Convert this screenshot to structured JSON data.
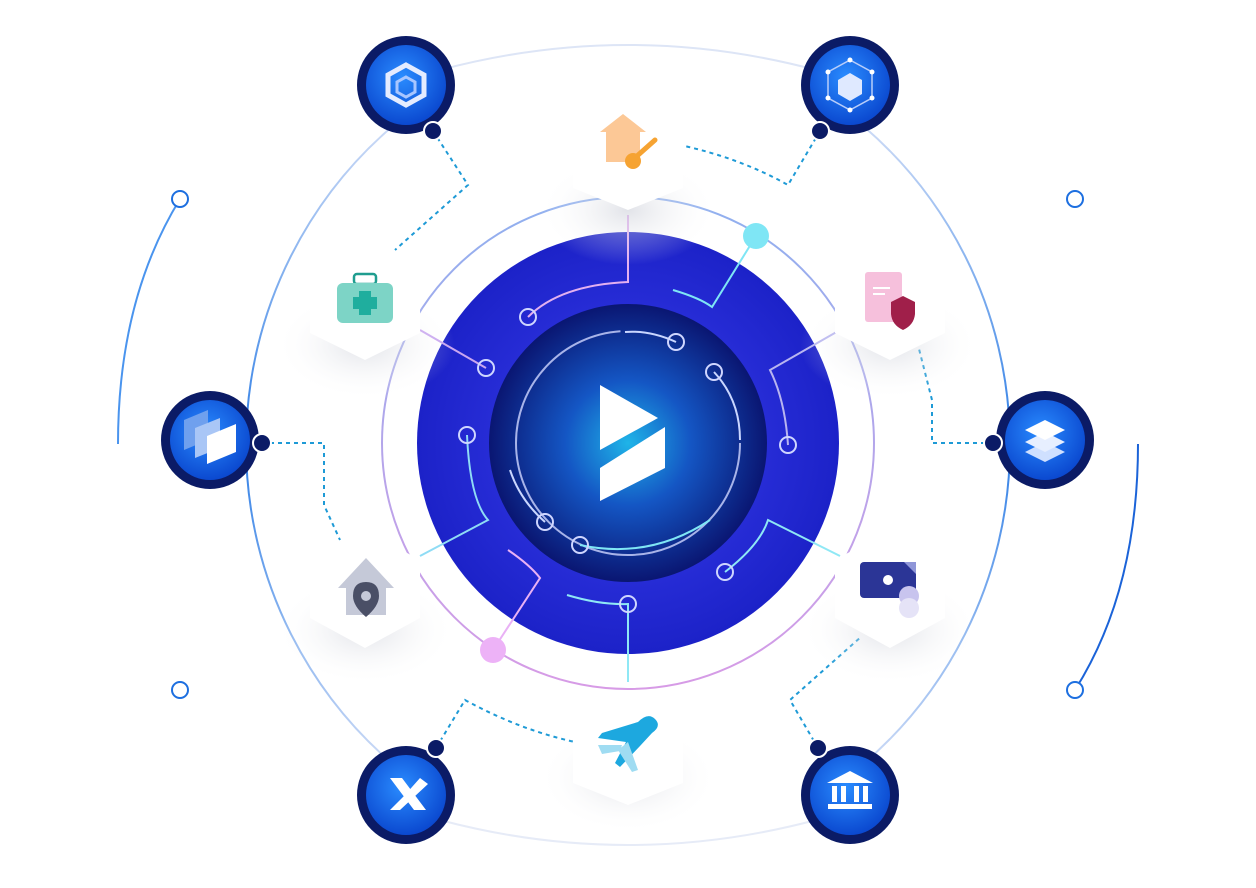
{
  "diagram": {
    "center": {
      "icon": "play-logo-icon"
    },
    "nodes": [
      {
        "id": "integration",
        "icon": "hexagon-cube-icon"
      },
      {
        "id": "blockchain",
        "icon": "network-cube-icon"
      },
      {
        "id": "documents",
        "icon": "stacked-cards-icon"
      },
      {
        "id": "layers",
        "icon": "layers-icon"
      },
      {
        "id": "crossover",
        "icon": "x-logo-icon"
      },
      {
        "id": "banking",
        "icon": "bank-icon"
      }
    ],
    "industries": [
      {
        "id": "real-estate",
        "icon": "house-key-icon"
      },
      {
        "id": "healthcare",
        "icon": "medical-kit-icon"
      },
      {
        "id": "insurance",
        "icon": "document-shield-icon"
      },
      {
        "id": "location",
        "icon": "house-location-icon"
      },
      {
        "id": "payments",
        "icon": "card-icon"
      },
      {
        "id": "travel",
        "icon": "airplane-icon"
      }
    ]
  },
  "colors": {
    "center_outer": "#2129d4",
    "center_core": "#0a1a78",
    "core_glow": "#1fb4e8",
    "node_blue": "#1a6cf2",
    "node_ring": "#0b1b66",
    "orbit_line": "#4a94ee",
    "circuit_cyan": "#7fe6f5",
    "circuit_pink": "#e9b1f5",
    "dotted": "#1e9ad6"
  }
}
